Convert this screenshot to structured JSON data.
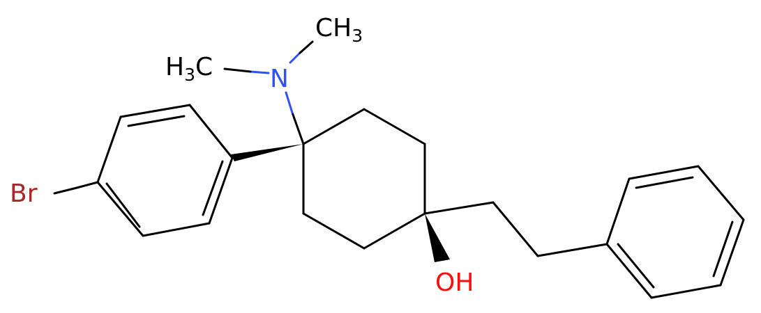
{
  "molecule": {
    "atoms": {
      "n": "N",
      "oh": "OH",
      "br": "Br",
      "methyl_top_main": "CH",
      "methyl_top_sub": "3",
      "methyl_left_main": "H",
      "methyl_left_sub": "3",
      "methyl_left_tail": "C"
    },
    "colors": {
      "bond": "#000000",
      "nitrogen": "#3050F8",
      "oxygen": "#FF0D0D",
      "bromine": "#A62929"
    }
  }
}
